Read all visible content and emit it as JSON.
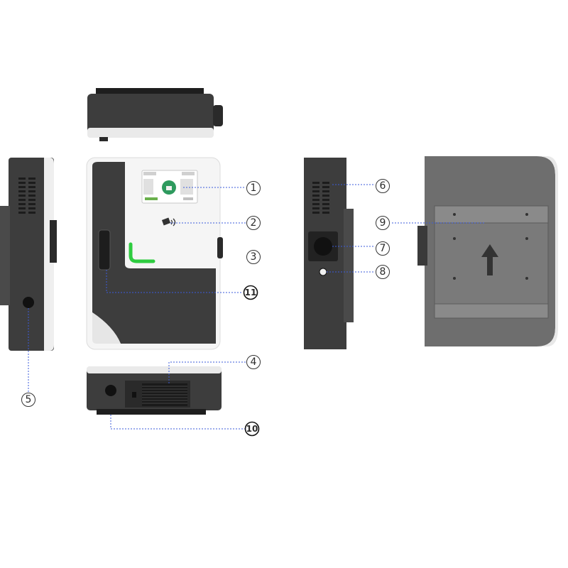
{
  "callouts": [
    {
      "id": 1,
      "label": "1"
    },
    {
      "id": 2,
      "label": "2"
    },
    {
      "id": 3,
      "label": "3"
    },
    {
      "id": 4,
      "label": "4"
    },
    {
      "id": 5,
      "label": "5"
    },
    {
      "id": 6,
      "label": "6"
    },
    {
      "id": 7,
      "label": "7"
    },
    {
      "id": 8,
      "label": "8"
    },
    {
      "id": 9,
      "label": "9"
    },
    {
      "id": 10,
      "label": "10"
    },
    {
      "id": 11,
      "label": "11"
    }
  ],
  "colors": {
    "body_dark": "#3d3d3d",
    "body_white": "#f3f3f3",
    "accent_green": "#2ecc40",
    "callout_line": "#3b5bdb",
    "back_panel": "#6e6e6e"
  },
  "icons": [
    "charger-front",
    "charger-top",
    "charger-bottom",
    "charger-left-side",
    "charger-right-side",
    "charger-back",
    "up-arrow-icon",
    "rfid-card-icon",
    "status-light-icon",
    "vent-grille-icon",
    "cable-port-icon"
  ]
}
